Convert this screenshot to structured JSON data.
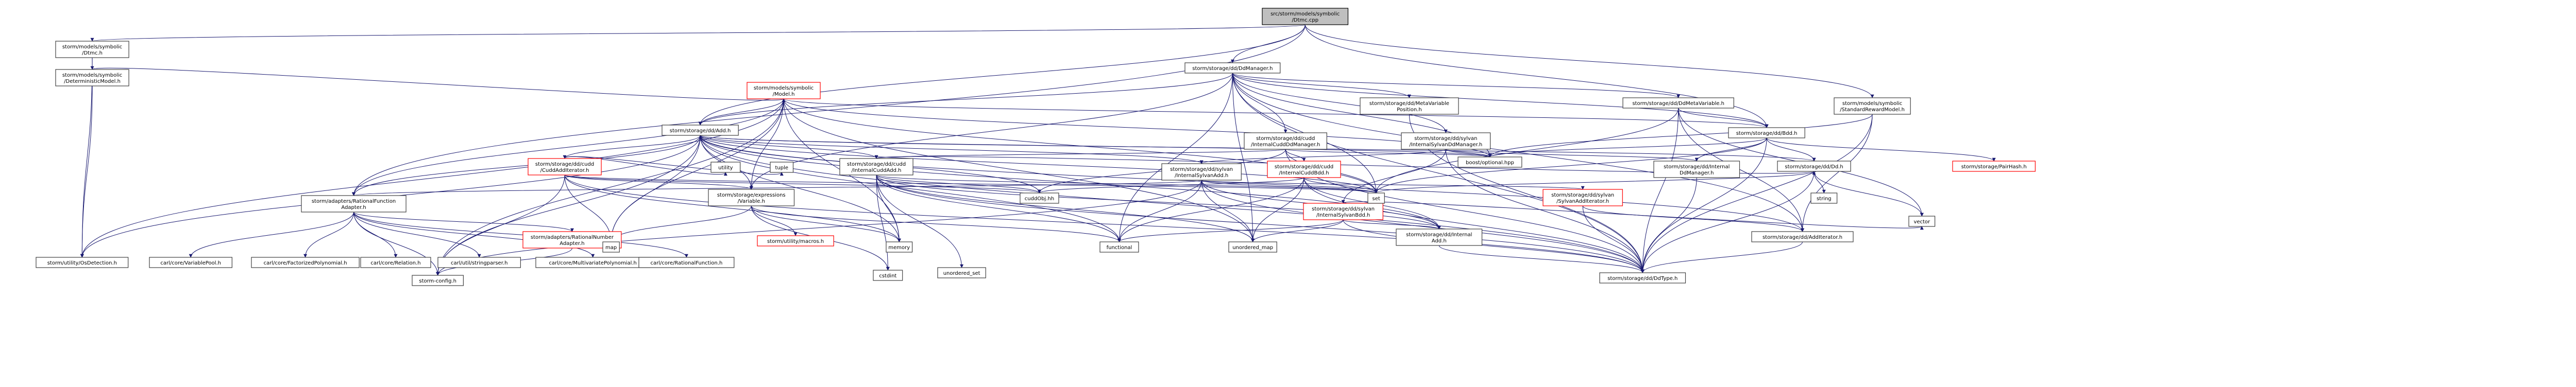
{
  "graph": {
    "nodes": [
      {
        "id": "root",
        "label": [
          "src/storm/models/symbolic",
          "/Dtmc.cpp"
        ],
        "kind": "root"
      },
      {
        "id": "symDtmcH",
        "label": [
          "storm/models/symbolic",
          "/Dtmc.h"
        ],
        "kind": "normal"
      },
      {
        "id": "ddManager",
        "label": [
          "storm/storage/dd/DdManager.h"
        ],
        "kind": "normal"
      },
      {
        "id": "detModel",
        "label": [
          "storm/models/symbolic",
          "/DeterministicModel.h"
        ],
        "kind": "normal"
      },
      {
        "id": "model",
        "label": [
          "storm/models/symbolic",
          "/Model.h"
        ],
        "kind": "red"
      },
      {
        "id": "metaVarPos",
        "label": [
          "storm/storage/dd/MetaVariable",
          "Position.h"
        ],
        "kind": "normal"
      },
      {
        "id": "ddMetaVar",
        "label": [
          "storm/storage/dd/DdMetaVariable.h"
        ],
        "kind": "normal"
      },
      {
        "id": "stdRewardModel",
        "label": [
          "storm/models/symbolic",
          "/StandardRewardModel.h"
        ],
        "kind": "normal"
      },
      {
        "id": "add",
        "label": [
          "storm/storage/dd/Add.h"
        ],
        "kind": "normal"
      },
      {
        "id": "cuddMgr",
        "label": [
          "storm/storage/dd/cudd",
          "/InternalCuddDdManager.h"
        ],
        "kind": "normal"
      },
      {
        "id": "sylvanMgr",
        "label": [
          "storm/storage/dd/sylvan",
          "/InternalSylvanDdManager.h"
        ],
        "kind": "normal"
      },
      {
        "id": "bdd",
        "label": [
          "storm/storage/dd/Bdd.h"
        ],
        "kind": "normal"
      },
      {
        "id": "cuddAddIter",
        "label": [
          "storm/storage/dd/cudd",
          "/CuddAddIterator.h"
        ],
        "kind": "red"
      },
      {
        "id": "cuddAdd",
        "label": [
          "storm/storage/dd/cudd",
          "/InternalCuddAdd.h"
        ],
        "kind": "normal"
      },
      {
        "id": "sylvanAdd",
        "label": [
          "storm/storage/dd/sylvan",
          "/InternalSylvanAdd.h"
        ],
        "kind": "normal"
      },
      {
        "id": "cuddBdd",
        "label": [
          "storm/storage/dd/cudd",
          "/InternalCuddBdd.h"
        ],
        "kind": "red"
      },
      {
        "id": "boostOptional",
        "label": [
          "boost/optional.hpp"
        ],
        "kind": "normal"
      },
      {
        "id": "internalDdMgr",
        "label": [
          "storm/storage/dd/Internal",
          "DdManager.h"
        ],
        "kind": "normal"
      },
      {
        "id": "ddH",
        "label": [
          "storm/storage/dd/Dd.h"
        ],
        "kind": "normal"
      },
      {
        "id": "permute",
        "label": [
          "storm/storage/PairHash.h"
        ],
        "kind": "red"
      },
      {
        "id": "exprVar",
        "label": [
          "storm/storage/expressions",
          "/Variable.h"
        ],
        "kind": "normal"
      },
      {
        "id": "sylvanAddIter",
        "label": [
          "storm/storage/dd/sylvan",
          "/SylvanAddIterator.h"
        ],
        "kind": "red"
      },
      {
        "id": "sylvanBdd",
        "label": [
          "storm/storage/dd/sylvan",
          "/InternalSylvanBdd.h"
        ],
        "kind": "red"
      },
      {
        "id": "ratFuncAdapter",
        "label": [
          "storm/adapters/RationalFunction",
          "Adapter.h"
        ],
        "kind": "normal"
      },
      {
        "id": "ratNumAdapter",
        "label": [
          "storm/adapters/RationalNumber",
          "Adapter.h"
        ],
        "kind": "red"
      },
      {
        "id": "osDetection",
        "label": [
          "storm/utility/OsDetection.h"
        ],
        "kind": "normal"
      },
      {
        "id": "internalAdd",
        "label": [
          "storm/storage/dd/Internal",
          "Add.h"
        ],
        "kind": "normal"
      },
      {
        "id": "addIterator",
        "label": [
          "storm/storage/dd/AddIterator.h"
        ],
        "kind": "normal"
      },
      {
        "id": "ddType",
        "label": [
          "storm/storage/dd/DdType.h"
        ],
        "kind": "normal"
      },
      {
        "id": "macros",
        "label": [
          "storm/utility/macros.h"
        ],
        "kind": "red"
      },
      {
        "id": "stormConfig",
        "label": [
          "storm-config.h"
        ],
        "kind": "normal"
      },
      {
        "id": "cuddObj",
        "label": [
          "cuddObj.hh"
        ],
        "kind": "normal"
      },
      {
        "id": "set",
        "label": [
          "set"
        ],
        "kind": "normal"
      },
      {
        "id": "string",
        "label": [
          "string"
        ],
        "kind": "normal"
      },
      {
        "id": "vector",
        "label": [
          "vector"
        ],
        "kind": "normal"
      },
      {
        "id": "map",
        "label": [
          "map"
        ],
        "kind": "normal"
      },
      {
        "id": "memory",
        "label": [
          "memory"
        ],
        "kind": "normal"
      },
      {
        "id": "functional",
        "label": [
          "functional"
        ],
        "kind": "normal"
      },
      {
        "id": "unorderedMap",
        "label": [
          "unordered_map"
        ],
        "kind": "normal"
      },
      {
        "id": "unorderedSet",
        "label": [
          "unordered_set"
        ],
        "kind": "normal"
      },
      {
        "id": "cstdint",
        "label": [
          "cstdint"
        ],
        "kind": "normal"
      },
      {
        "id": "utility",
        "label": [
          "utility"
        ],
        "kind": "normal"
      },
      {
        "id": "tuple",
        "label": [
          "tuple"
        ],
        "kind": "normal"
      },
      {
        "id": "carlVarBool",
        "label": [
          "carl/core/VariablePool.h"
        ],
        "kind": "normal"
      },
      {
        "id": "carlFactPoly",
        "label": [
          "carl/core/FactorizedPolynomial.h"
        ],
        "kind": "normal"
      },
      {
        "id": "carlRelation",
        "label": [
          "carl/core/Relation.h"
        ],
        "kind": "normal"
      },
      {
        "id": "carlStringParser",
        "label": [
          "carl/util/stringparser.h"
        ],
        "kind": "normal"
      },
      {
        "id": "carlMultiPoly",
        "label": [
          "carl/core/MultivariatePolynomial.h"
        ],
        "kind": "normal"
      },
      {
        "id": "carlRatFunc",
        "label": [
          "carl/core/RationalFunction.h"
        ],
        "kind": "normal"
      }
    ]
  },
  "colors": {
    "edge": "#191970",
    "root_fill": "#bfbfbf",
    "node_border": "#404040",
    "red_border": "#ff0000"
  }
}
